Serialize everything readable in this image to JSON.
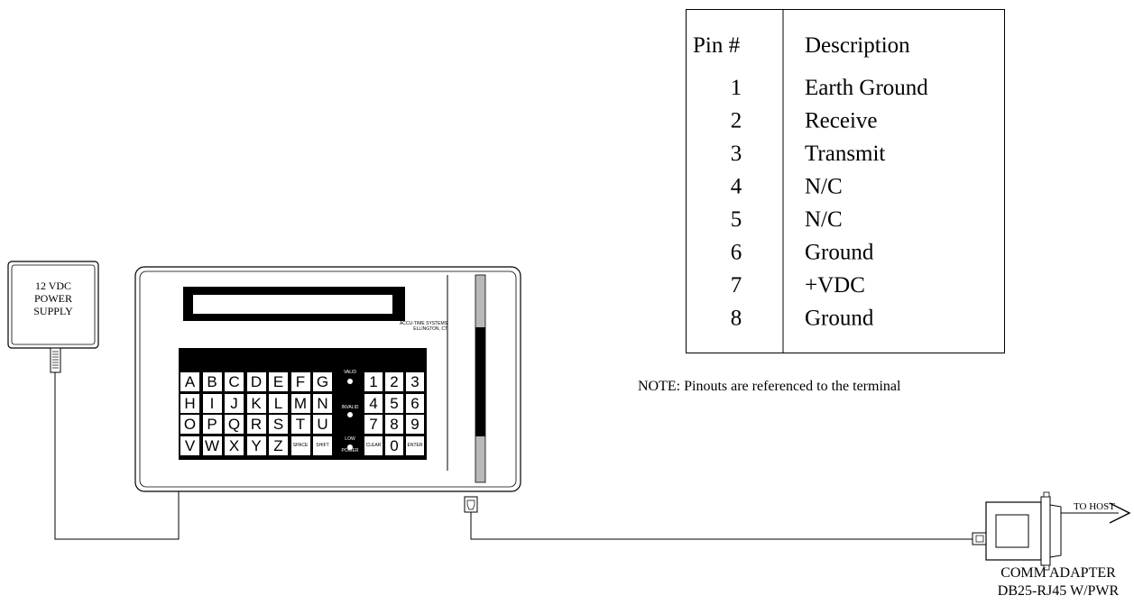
{
  "pin_table": {
    "headers": [
      "Pin #",
      "Description"
    ],
    "rows": [
      {
        "pin": "1",
        "description": "Earth Ground"
      },
      {
        "pin": "2",
        "description": "Receive"
      },
      {
        "pin": "3",
        "description": "Transmit"
      },
      {
        "pin": "4",
        "description": "N/C"
      },
      {
        "pin": "5",
        "description": "N/C"
      },
      {
        "pin": "6",
        "description": "Ground"
      },
      {
        "pin": "7",
        "description": "+VDC"
      },
      {
        "pin": "8",
        "description": "Ground"
      }
    ]
  },
  "note": "NOTE: Pinouts are referenced to the terminal",
  "power_supply": {
    "lines": [
      "12 VDC",
      "POWER",
      "SUPPLY"
    ]
  },
  "terminal": {
    "brand_lines": [
      "ACCU-TIME SYSTEMS",
      "ELLINGTON, CT"
    ],
    "letter_rows": [
      [
        "A",
        "B",
        "C",
        "D",
        "E",
        "F",
        "G"
      ],
      [
        "H",
        "I",
        "J",
        "K",
        "L",
        "M",
        "N"
      ],
      [
        "O",
        "P",
        "Q",
        "R",
        "S",
        "T",
        "U"
      ],
      [
        "V",
        "W",
        "X",
        "Y",
        "Z",
        "SPACE",
        "SHIFT"
      ]
    ],
    "number_rows": [
      [
        "1",
        "2",
        "3"
      ],
      [
        "4",
        "5",
        "6"
      ],
      [
        "7",
        "8",
        "9"
      ],
      [
        "CLEAR",
        "0",
        "ENTER"
      ]
    ],
    "indicators": [
      "VALID",
      "INVALID",
      "LOW POWER"
    ]
  },
  "comm_adapter": {
    "label_lines": [
      "COMM ADAPTER",
      "DB25-RJ45 W/PWR"
    ],
    "arrow_label": "TO HOST"
  }
}
